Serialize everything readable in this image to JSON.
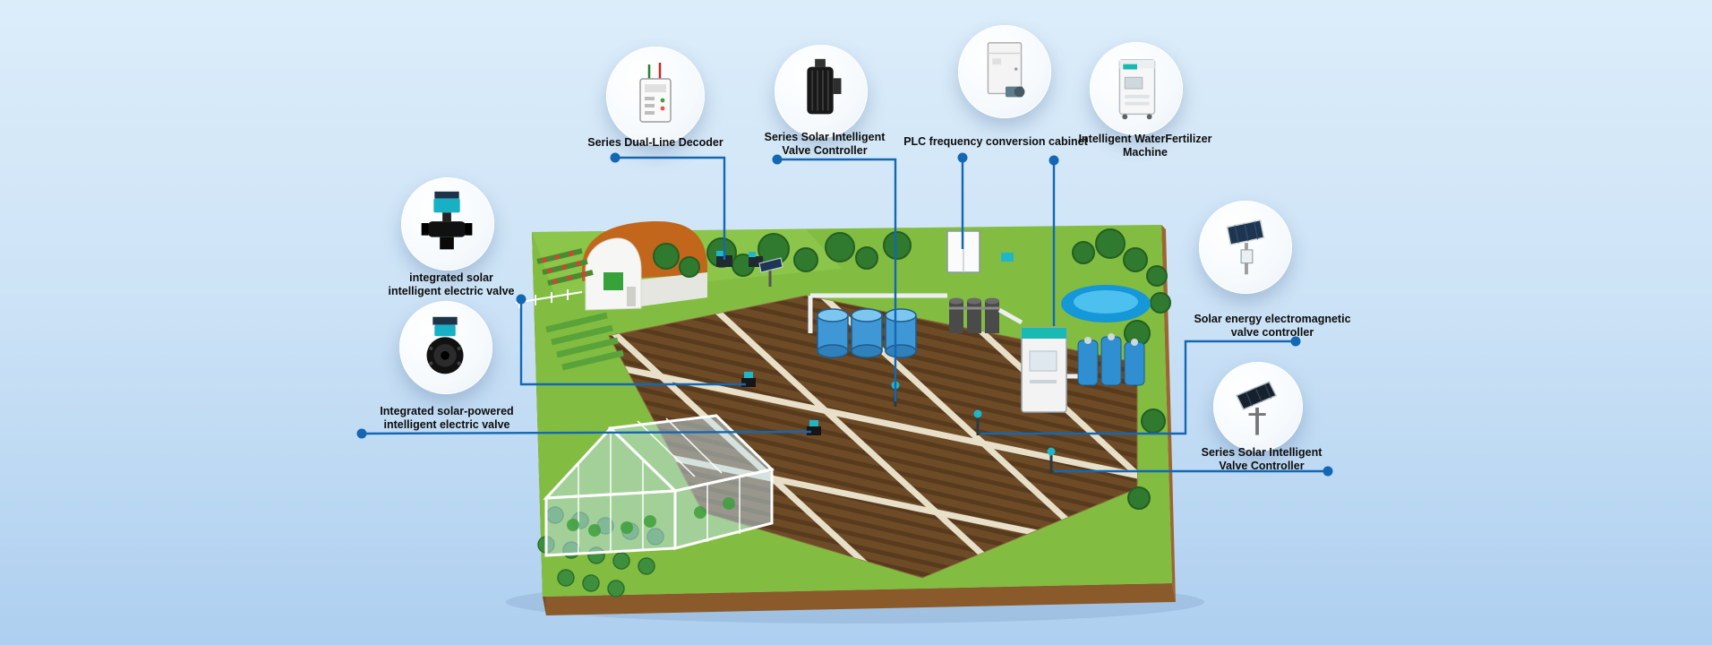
{
  "page": {
    "background_top": "#dcedfa",
    "background_bottom": "#aecff0",
    "connector_color": "#1467b3",
    "farm_green": "#82bd41",
    "field_brown": "#6e4b27",
    "accent_teal": "#17b0c4"
  },
  "callouts": [
    {
      "id": "dual-line-decoder",
      "line1": "Series Dual-Line Decoder",
      "line2": ""
    },
    {
      "id": "solar-valve-controller-top",
      "line1": "Series Solar Intelligent",
      "line2": "Valve Controller"
    },
    {
      "id": "plc-frequency-cabinet",
      "line1": "PLC frequency conversion cabinet",
      "line2": ""
    },
    {
      "id": "water-fertilizer-machine",
      "line1": "Intelligent WaterFertilizer",
      "line2": "Machine"
    },
    {
      "id": "integrated-solar-valve",
      "line1": "integrated solar",
      "line2": "intelligent electric valve"
    },
    {
      "id": "integrated-solar-powered-valve",
      "line1": "Integrated solar-powered",
      "line2": "intelligent electric valve"
    },
    {
      "id": "solar-electromagnetic-controller",
      "line1": "Solar energy electromagnetic",
      "line2": "valve controller"
    },
    {
      "id": "solar-valve-controller-right",
      "line1": "Series Solar Intelligent",
      "line2": "Valve Controller"
    }
  ]
}
